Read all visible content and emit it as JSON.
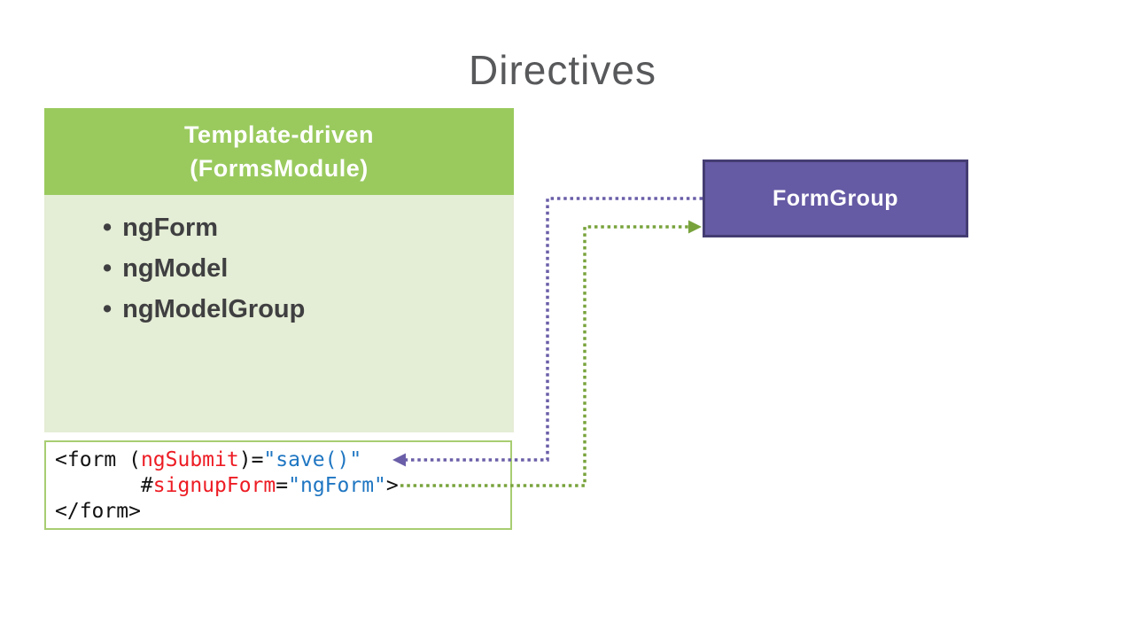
{
  "slide": {
    "title": "Directives",
    "colors": {
      "title_text": "#58595B",
      "header_bg": "#9ACA5E",
      "header_text": "#FFFFFF",
      "body_bg": "#E4EDD5",
      "list_text": "#3F3F41",
      "formgroup_bg": "#655AA4",
      "formgroup_border": "#443D72",
      "formgroup_text": "#FFFFFF",
      "code_border": "#A8CD72",
      "code_text": "#111111",
      "code_red": "#ED1C24",
      "code_blue": "#1F76C2",
      "purple_arrow": "#6A5EA8",
      "green_arrow": "#78A33C"
    }
  },
  "template_driven_box": {
    "header_line1": "Template-driven",
    "header_line2": "(FormsModule)",
    "items": [
      "ngForm",
      "ngModel",
      "ngModelGroup"
    ]
  },
  "form_group_box": {
    "label": "FormGroup"
  },
  "code_block": {
    "lines": [
      [
        {
          "t": "<form (",
          "c": "plain"
        },
        {
          "t": "ngSubmit",
          "c": "red"
        },
        {
          "t": ")=",
          "c": "plain"
        },
        {
          "t": "\"save()\"",
          "c": "blue"
        }
      ],
      [
        {
          "t": "       #",
          "c": "plain"
        },
        {
          "t": "signupForm",
          "c": "red"
        },
        {
          "t": "=",
          "c": "plain"
        },
        {
          "t": "\"ngForm\"",
          "c": "blue"
        },
        {
          "t": ">",
          "c": "plain"
        }
      ],
      [
        {
          "t": "</form>",
          "c": "plain"
        }
      ]
    ]
  }
}
